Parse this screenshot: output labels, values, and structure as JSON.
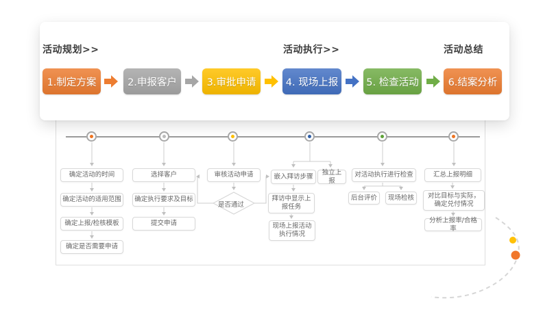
{
  "header": {
    "sections": [
      {
        "label": "活动规划>>"
      },
      {
        "label": "活动执行>>"
      },
      {
        "label": "活动总结"
      }
    ],
    "steps": [
      {
        "label": "1.制定方案",
        "color": "#ED7D31"
      },
      {
        "label": "2.申报客户",
        "color": "#A6A6A6"
      },
      {
        "label": "3.审批申请",
        "color": "#FFC000"
      },
      {
        "label": "4. 现场上报",
        "color": "#4472C4"
      },
      {
        "label": "5. 检查活动",
        "color": "#70AD47"
      },
      {
        "label": "6.结案分析",
        "color": "#ED7D31"
      }
    ]
  },
  "flow": {
    "columns": [
      {
        "dot_color": "#F07522",
        "boxes": [
          "确定活动的时间",
          "确定活动的适用范围",
          "确定上报/检核模板",
          "确定是否需要申请"
        ]
      },
      {
        "dot_color": "#BDBDBD",
        "boxes": [
          "选择客户",
          "确定执行要求及目标",
          "提交申请"
        ]
      },
      {
        "dot_color": "#FFC000",
        "boxes": [
          "审核活动申请"
        ],
        "diamond": "是否通过"
      },
      {
        "dot_color": "#2F5FA8",
        "boxes": [
          "嵌入拜访步骤",
          "独立上报",
          "拜访中显示上报任务",
          "现场上报活动执行情况"
        ]
      },
      {
        "dot_color": "#5FA338",
        "boxes": [
          "对活动执行进行检查",
          "后台评价",
          "现场检核"
        ]
      },
      {
        "dot_color": "#F07522",
        "boxes": [
          "汇总上报明细",
          "对比目标与实际，确定兑付情况",
          "分析上报率/合格率"
        ]
      }
    ]
  },
  "decor": {
    "dot_small_color": "#FFC107",
    "dot_large_color": "#F0772C",
    "arc_color": "#d6d6d6"
  }
}
